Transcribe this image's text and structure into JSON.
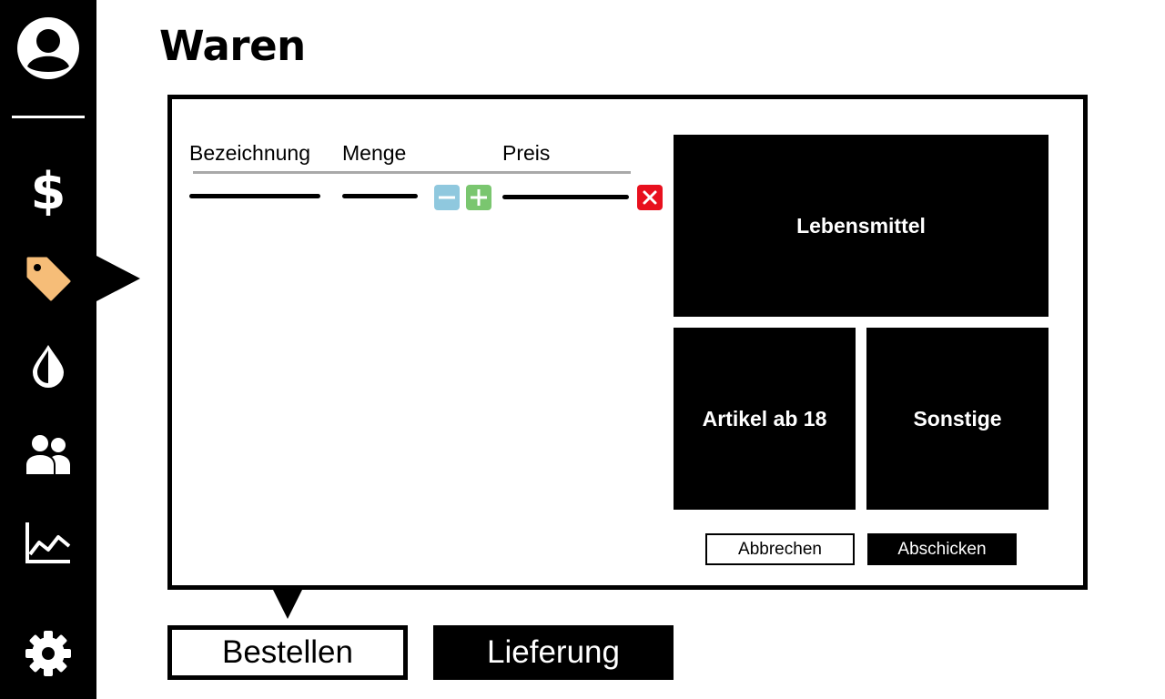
{
  "page": {
    "title": "Waren"
  },
  "nav": {
    "items": [
      {
        "name": "profile",
        "icon": "user-circle-icon"
      },
      {
        "name": "finance",
        "icon": "dollar-icon"
      },
      {
        "name": "goods",
        "icon": "price-tag-icon",
        "active": true
      },
      {
        "name": "utilities",
        "icon": "water-drop-icon"
      },
      {
        "name": "people",
        "icon": "users-icon"
      },
      {
        "name": "statistics",
        "icon": "line-chart-icon"
      },
      {
        "name": "settings",
        "icon": "gear-icon"
      }
    ]
  },
  "order": {
    "columns": {
      "name": "Bezeichnung",
      "quantity": "Menge",
      "price": "Preis"
    },
    "row_controls": {
      "decrease": "minus-icon",
      "increase": "plus-icon",
      "remove": "close-icon"
    }
  },
  "categories": {
    "food": "Lebensmittel",
    "adult": "Artikel ab 18",
    "other": "Sonstige"
  },
  "actions": {
    "cancel": "Abbrechen",
    "submit": "Abschicken"
  },
  "tabs": {
    "order": "Bestellen",
    "delivery": "Lieferung",
    "active": "Bestellen"
  },
  "colors": {
    "accent_tag": "#f6bd78",
    "minus": "#8fc8de",
    "plus": "#7ac66f",
    "remove": "#e8101e"
  }
}
